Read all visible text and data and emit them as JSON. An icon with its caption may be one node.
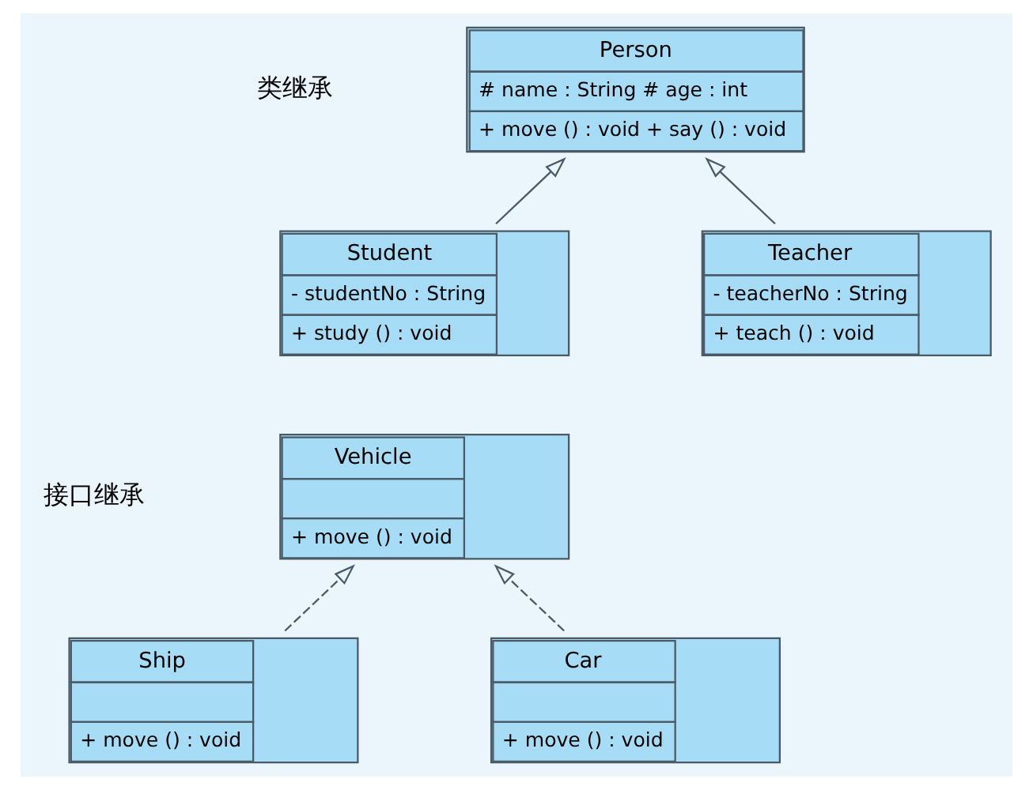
{
  "diagram": {
    "nodes": [
      {
        "text": [
          "Person",
          "# name : String # age : int",
          "+ move () : void + say () : void"
        ]
      },
      {
        "text": [
          "Student",
          "- studentNo : String",
          "+ study () : void"
        ]
      },
      {
        "text": [
          "Teacher",
          "- teacherNo : String",
          "+ teach () : void"
        ]
      },
      {
        "text": [
          "Vehicle",
          "+ move () : void"
        ]
      },
      {
        "text": [
          "Ship",
          "+ move () : void"
        ]
      },
      {
        "text": [
          "Car",
          "+ move () : void"
        ]
      }
    ],
    "edges": [
      {
        "from": 1,
        "to": 0,
        "arrow": "to"
      },
      {
        "from": 2,
        "to": 0,
        "arrow": "to"
      },
      {
        "from": 4,
        "to": 3,
        "arrow": "to",
        "style": "dashed"
      },
      {
        "from": 5,
        "to": 3,
        "arrow": "to",
        "style": "dashed"
      }
    ],
    "labels": [
      "类继承",
      "接口继承"
    ]
  }
}
